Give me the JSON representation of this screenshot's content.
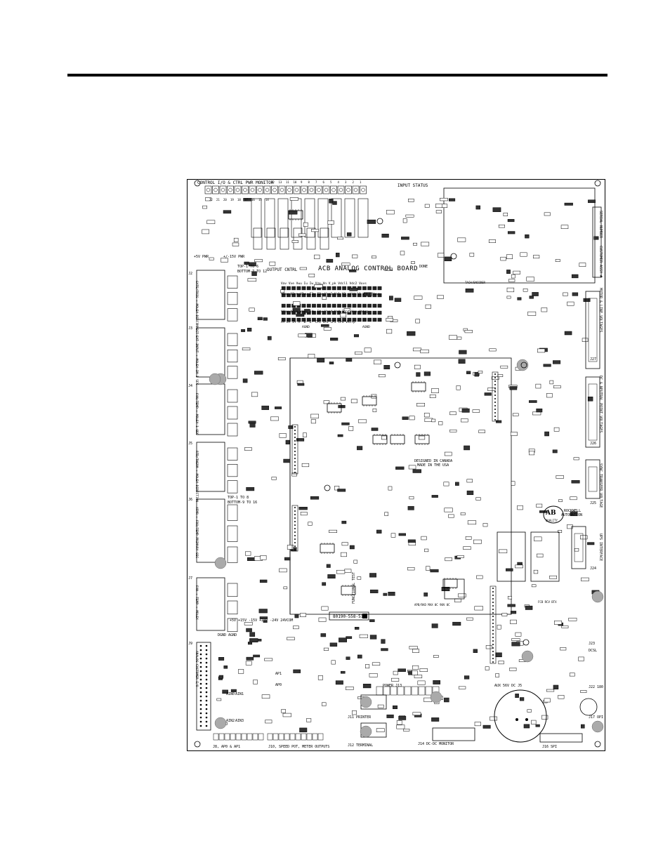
{
  "board": {
    "top_header": "CONTROL I/O & CTRL PWR MONITOR",
    "input_status": "INPUT STATUS",
    "output_cntrl": "OUTPUT CNTRL",
    "board_title": "ACB ANALOG CONTROL BOARD",
    "top_1_to_6": "TOP-1 TO 6",
    "bottom_7_to_12": "BOTTOM-7 TO 12",
    "top_1_to_8": "TOP-1 TO 8",
    "bottom_9_to_16": "BOTTOM-9 TO 16",
    "pwr_5v": "+5V PWR",
    "pwr_15v": "+/-15V PWR",
    "done": "DONE",
    "designed_in": "DESIGNED IN CANADA",
    "made_in": "MADE IN THE USA",
    "rockwell": "ROCKWELL",
    "automation": "AUTOMATION",
    "ab_logo": "AB",
    "quality": "QUALITY",
    "part_number": "80190-558-51/",
    "power_rail": "+5V  +15V  -15V  +24V -24V 24VCOM",
    "dgnd_agnd": "DGND  AGND",
    "ap1": "AP1",
    "ap0": "AP0",
    "ain0": "AIN0",
    "ain1": "AIN1",
    "ain2": "AIN2",
    "ain3": "AIN3",
    "j8_label": "J8, AP0 & AP1",
    "j10_label": "J10, SPEED POT, METER OUTPUTS",
    "j11_label": "J11 PRINTER",
    "j12_label": "J12 TERMINAL",
    "j13_label": "POWER J13",
    "j14_label": "J14 DC-DC MONITOR",
    "j5_label": "AUX 56V DC J5",
    "j16_label": "J16 SPI",
    "j17_label": "J17 OPI",
    "j22_label": "J22 180",
    "j23_label": "J23",
    "dcsl": "DCSL",
    "j24": "J24",
    "j25": "J25",
    "j26": "J26",
    "j27": "J27",
    "fcb_rcv": "FCB RCV BTX",
    "apb_rad": "APB/RAD MAX 0C 90V 0C",
    "tach_encoder": "TACH/ENCODER",
    "functional_test": "FUNCTIONAL TEST",
    "row_v1": "V2av  V2ve  V2wu  I2u  I2w  Vzs2  Vn1  V2_pkVdcl1  Vdc2  Vwws",
    "row_v0": "Vav  Vve  Vwu  Iu  Iw  Vzs  Vn  V_pk Vdcl1 Vdc2  Vuvs",
    "row_v2": "V4av  V4ve  V4wu  I4u  I4w  Vzs4  Vn4  Ignd  Vsp Vmtrp",
    "row_v3": "A+  B+  Z+  A-  B-  Z-  CP1  CP2  CP3  CP4  VRtrp",
    "agnd": "AGND",
    "numbers": [
      "12",
      "13",
      "11",
      "10",
      "9",
      "8",
      "7",
      "6",
      "5",
      "4",
      "3",
      "2",
      "1",
      "22",
      "21",
      "20",
      "19",
      "18",
      "17",
      "16",
      "15",
      "14"
    ],
    "left_connectors": [
      {
        "id": "J2",
        "text": "GATE/TRIG + MOLEX DISCONNECT"
      },
      {
        "id": "J3",
        "text": "EXT INPUT + MOLEX IM 1 SEC"
      },
      {
        "id": "J4",
        "text": "FAN/TEMP + MOLEX 1 SEC"
      },
      {
        "id": "J5",
        "text": "RTD/THERM + MOLEX DIRECTION"
      },
      {
        "id": "J6",
        "text": "XFMR + FOO/TEMP PRIMARY SEC"
      },
      {
        "id": "J7",
        "text": "FAN + TEMP + MOLEX"
      },
      {
        "id": "J9",
        "text": "ANALOG CUSTOMER I/O"
      }
    ],
    "right_connectors": [
      {
        "id": "J27",
        "text": "MOTOR & LINE VOLTAGES"
      },
      {
        "id": "J26",
        "text": "DC & NEUTRAL POINT VOLTAGES"
      },
      {
        "id": "J25",
        "text": "SYNC TRANSFER VOLTAGE"
      },
      {
        "id": "J24",
        "text": "UPS INTERFACE"
      }
    ],
    "serial_number": "SERIAL NUMBER",
    "customer_assy": "CUSTOMER ASSY #"
  }
}
